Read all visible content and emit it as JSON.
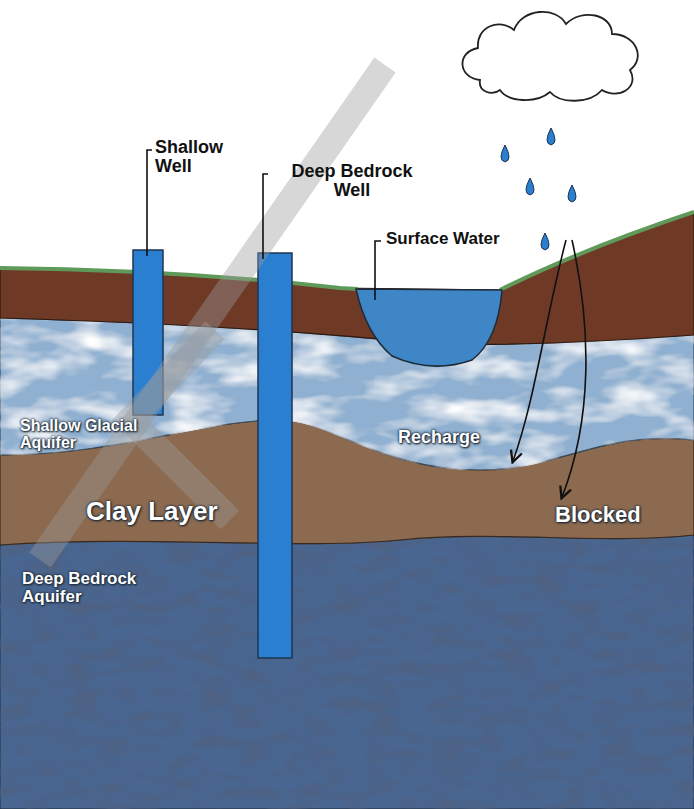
{
  "diagram": {
    "labels": [
      "Shallow Well",
      "Deep Bedrock Well",
      "Surface Water",
      "Shallow Glacial Aquifer",
      "Recharge",
      "Clay Layer",
      "Blocked",
      "Deep Bedrock Aquifer"
    ]
  }
}
